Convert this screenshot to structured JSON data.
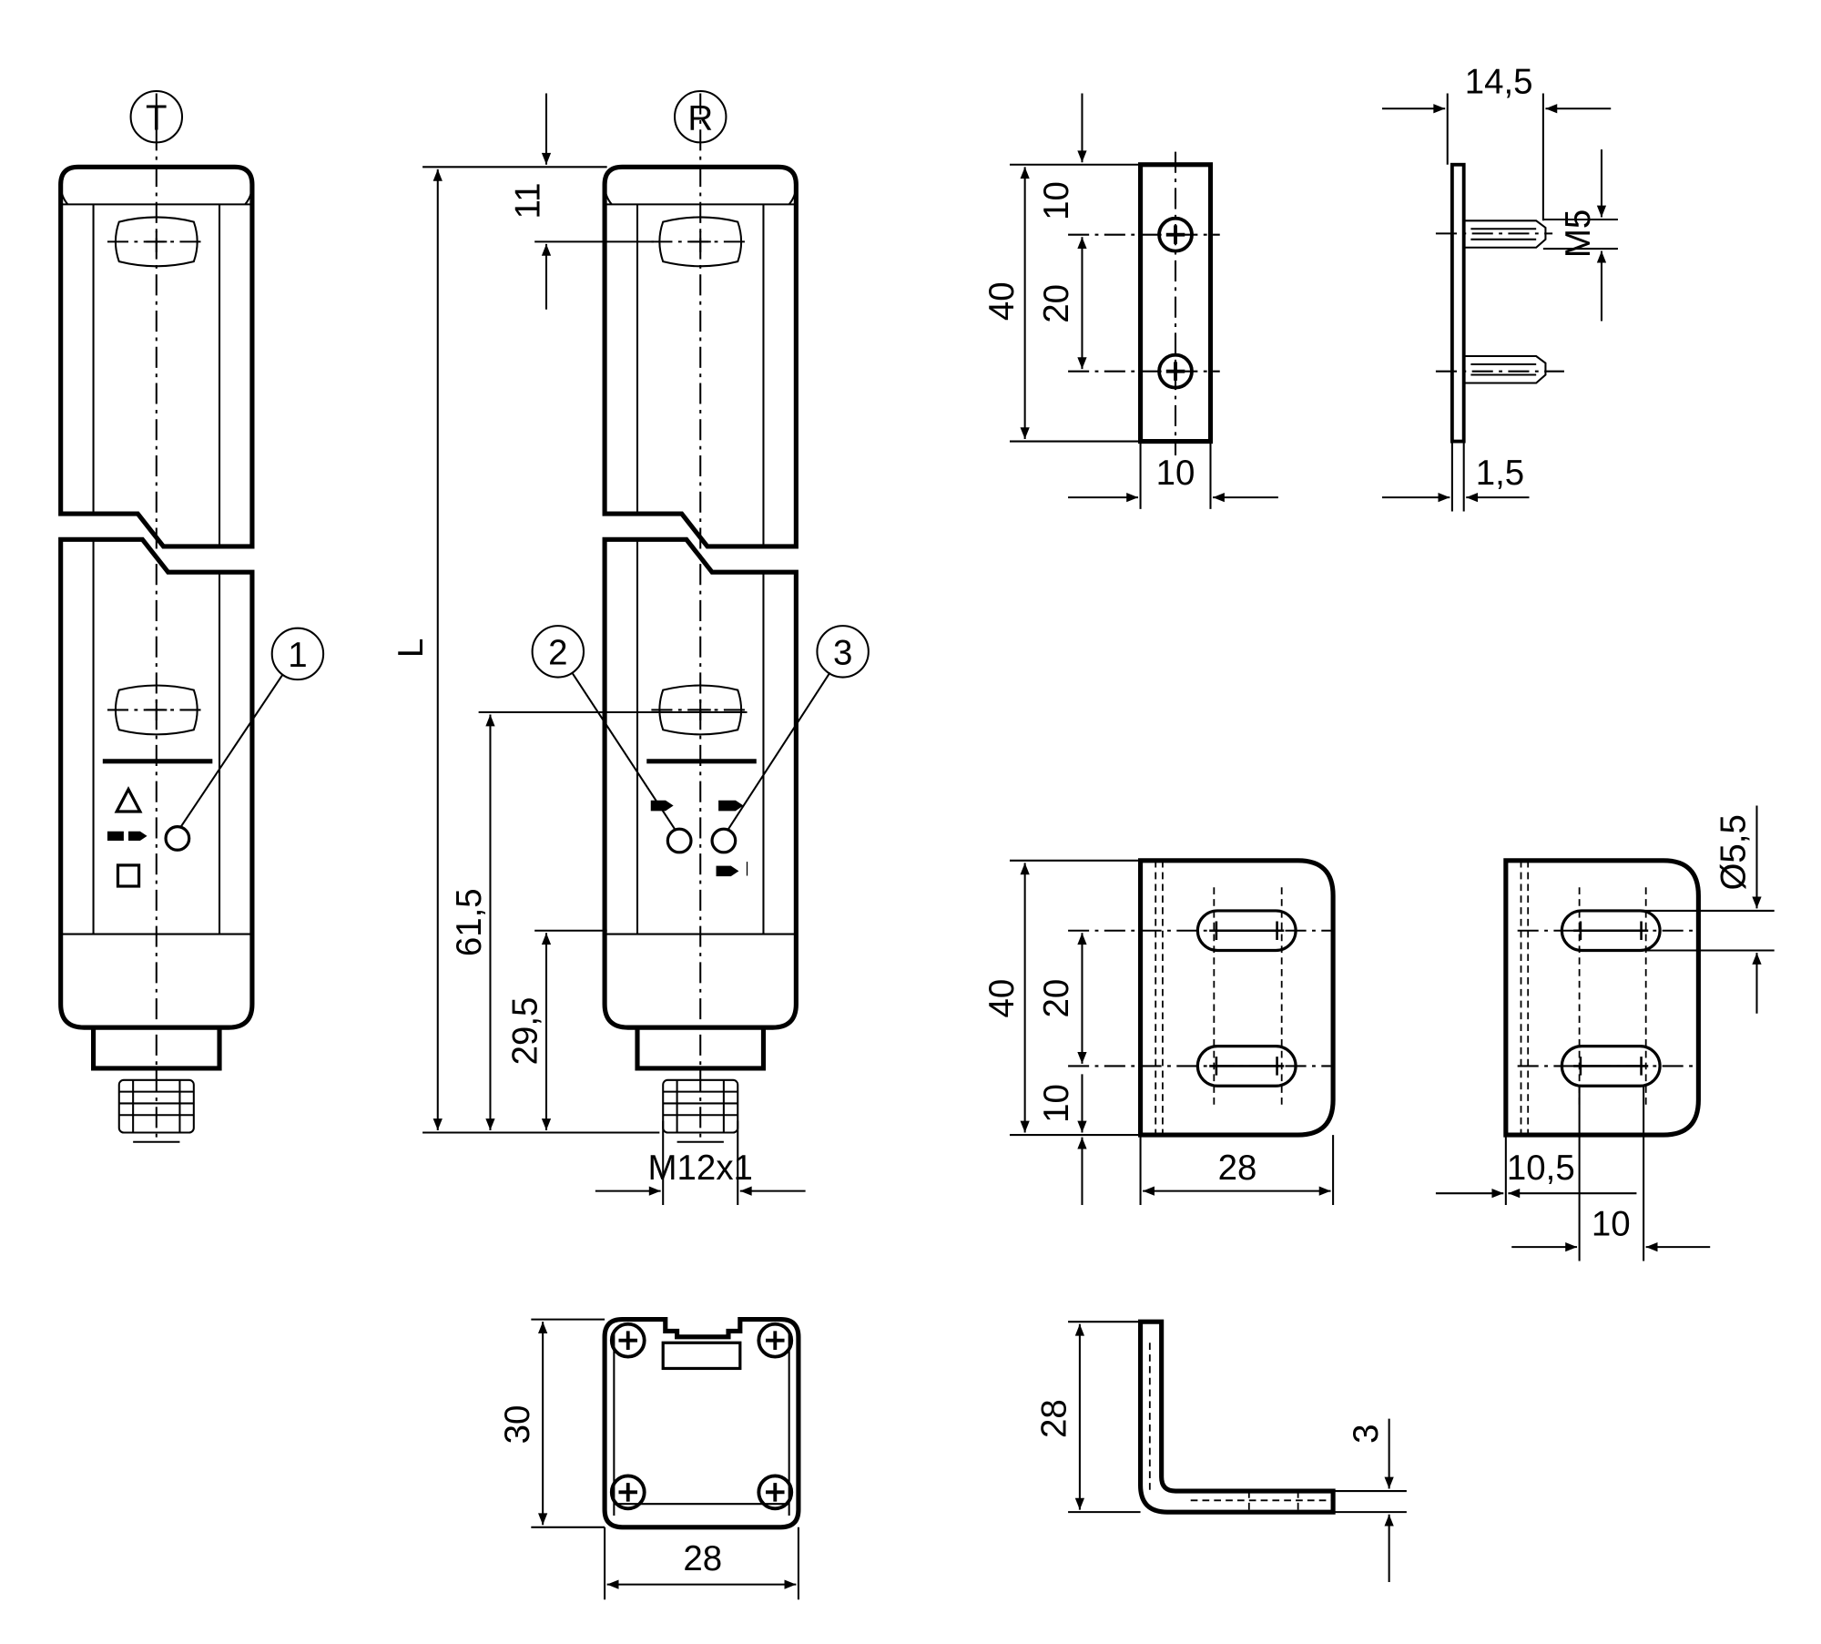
{
  "views": {
    "transmitter": {
      "marker": "T",
      "callout": "1"
    },
    "receiver": {
      "marker": "R",
      "callouts": [
        "2",
        "3"
      ]
    },
    "receiver_dims": {
      "length": "L",
      "top_hole": "11",
      "hole_to_end": "61,5",
      "led_to_end": "29,5",
      "connector": "M12x1"
    },
    "plate_front": {
      "height": "40",
      "top": "10",
      "spacing": "20",
      "width": "10"
    },
    "plate_side": {
      "depth": "14,5",
      "thread": "M5",
      "thickness": "1,5"
    },
    "angle_front_1": {
      "height": "40",
      "spacing": "20",
      "bottom": "10",
      "width": "28"
    },
    "angle_front_2": {
      "hole": "Ø5,5",
      "offset": "10,5",
      "slot": "10"
    },
    "end_view": {
      "height": "30",
      "width": "28"
    },
    "angle_side": {
      "height": "28",
      "thickness": "3"
    }
  }
}
